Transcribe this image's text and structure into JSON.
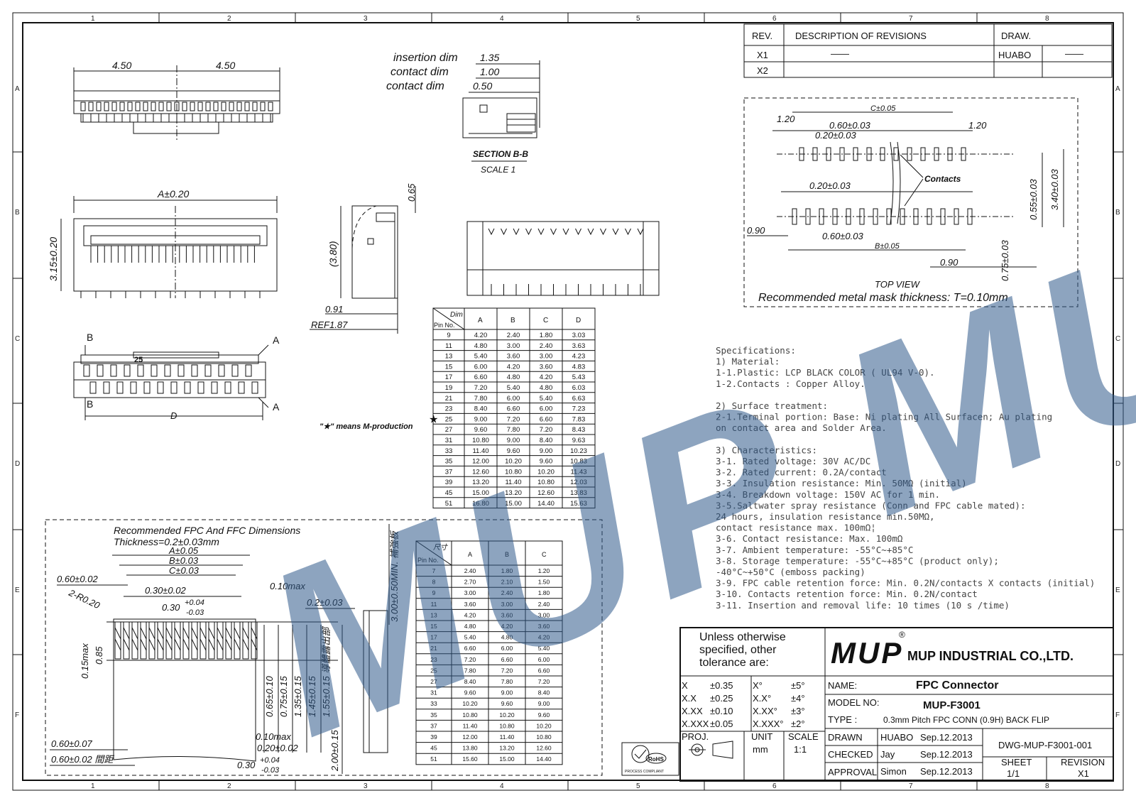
{
  "grid": {
    "columns": [
      "1",
      "2",
      "3",
      "4",
      "5",
      "6",
      "7",
      "8"
    ],
    "rows": [
      "A",
      "B",
      "C",
      "D",
      "E",
      "F"
    ]
  },
  "revisions": {
    "header": {
      "rev": "REV.",
      "desc": "DESCRIPTION OF REVISIONS",
      "draw": "DRAW."
    },
    "rows": [
      {
        "rev": "X1",
        "desc": "——",
        "draw": "HUABO",
        "extra": "——"
      },
      {
        "rev": "X2",
        "desc": "",
        "draw": "",
        "extra": ""
      }
    ]
  },
  "views": {
    "top_dims": {
      "left": "4.50",
      "right": "4.50"
    },
    "front_dims": {
      "width": "A±0.20",
      "height": "3.15±0.20"
    },
    "bottom_dims": {
      "width": "D",
      "pin_mark": "25",
      "b1": "B",
      "b2": "B",
      "a1": "A",
      "a2": "A"
    },
    "section": {
      "insertion": "insertion dim",
      "insertion_val": "1.35",
      "contact": "contact dim",
      "contact_val": "1.00",
      "contact2": "contact dim",
      "contact2_val": "0.50",
      "title": "SECTION B-B",
      "scale": "SCALE 1"
    },
    "side": {
      "height": "(3.80)",
      "top": "0.65",
      "d1": "0.91",
      "ref": "REF1.87"
    },
    "m_production": "\"★\" means  M-production"
  },
  "dim_table": {
    "head_dim": "Dim",
    "head_pin": "Pin No.",
    "columns": [
      "A",
      "B",
      "C",
      "D"
    ],
    "rows": [
      [
        "9",
        "4.20",
        "2.40",
        "1.80",
        "3.03"
      ],
      [
        "11",
        "4.80",
        "3.00",
        "2.40",
        "3.63"
      ],
      [
        "13",
        "5.40",
        "3.60",
        "3.00",
        "4.23"
      ],
      [
        "15",
        "6.00",
        "4.20",
        "3.60",
        "4.83"
      ],
      [
        "17",
        "6.60",
        "4.80",
        "4.20",
        "5.43"
      ],
      [
        "19",
        "7.20",
        "5.40",
        "4.80",
        "6.03"
      ],
      [
        "21",
        "7.80",
        "6.00",
        "5.40",
        "6.63"
      ],
      [
        "23",
        "8.40",
        "6.60",
        "6.00",
        "7.23"
      ],
      [
        "25",
        "9.00",
        "7.20",
        "6.60",
        "7.83"
      ],
      [
        "27",
        "9.60",
        "7.80",
        "7.20",
        "8.43"
      ],
      [
        "31",
        "10.80",
        "9.00",
        "8.40",
        "9.63"
      ],
      [
        "33",
        "11.40",
        "9.60",
        "9.00",
        "10.23"
      ],
      [
        "35",
        "12.00",
        "10.20",
        "9.60",
        "10.83"
      ],
      [
        "37",
        "12.60",
        "10.80",
        "10.20",
        "11.43"
      ],
      [
        "39",
        "13.20",
        "11.40",
        "10.80",
        "12.03"
      ],
      [
        "45",
        "15.00",
        "13.20",
        "12.60",
        "13.83"
      ],
      [
        "51",
        "16.80",
        "15.00",
        "14.40",
        "15.63"
      ]
    ],
    "star_row": "25"
  },
  "top_view": {
    "c": "C±0.05",
    "l120": "1.20",
    "r120": "1.20",
    "p060a": "0.60±0.03",
    "p020a": "0.20±0.03",
    "contacts": "Contacts",
    "p020b": "0.20±0.03",
    "v055": "0.55±0.03",
    "v340": "3.40±0.03",
    "l090": "0.90",
    "p060b": "0.60±0.03",
    "b": "B±0.05",
    "r090": "0.90",
    "v075": "0.75±0.03",
    "title": "TOP  VIEW",
    "note": "Recommended  metal  mask  thickness:  T=0.10mm"
  },
  "specs": [
    "Specifications:",
    "1) Material:",
    "   1-1.Plastic: LCP BLACK COLOR ( UL94 V-0).",
    "   1-2.Contacts : Copper Alloy.",
    "",
    "2) Surface treatment:",
    "   2-1.Terminal portion: Base: Ni plating All Surfacen; Au plating",
    "       on contact area and Solder Area.",
    "",
    "3) Characteristics:",
    "   3-1. Rated voltage: 30V AC/DC",
    "   3-2. Rated current: 0.2A/contact",
    "3-3. Insulation resistance: Min. 50MΩ (initial)",
    "   3-4. Breakdown voltage: 150V AC for 1 min.",
    "   3-5.Saltwater spray resistance (Conn and FPC cable mated):",
    "     24 hours, insulation resistance min.50MΩ,",
    "              contact resistance max. 100mΩ¦",
    "3-6. Contact resistance: Max. 100mΩ",
    "3-7. Ambient temperature: -55°C~+85°C",
    "3-8. Storage temperature: -55°C~+85°C (product only);",
    "                         -40°C~+50°C (emboss packing)",
    "   3-9. FPC cable retention force: Min. 0.2N/contacts X contacts (initial)",
    "  3-10. Contacts retention force: Min. 0.2N/contact",
    "  3-11. Insertion and removal life: 10 times (10 s /time)"
  ],
  "fpc": {
    "title": "Recommended FPC And FFC Dimensions",
    "thickness": "Thickness=0.2±0.03mm",
    "a": "A±0.05",
    "b": "B±0.03",
    "c": "C±0.03",
    "d060": "0.60±0.02",
    "d030": "0.30±0.02",
    "max010": "0.10max",
    "r": "2-R0.20",
    "tol030": "0.30",
    "tol_up": "+0.04",
    "tol_dn": "-0.03",
    "t02": "0.2±0.03",
    "max015": "0.15max",
    "v085": "0.85",
    "v300": "3.00±0.50MIN. 補強板",
    "v065": "0.65±0.10",
    "v075": "0.75±0.15",
    "v135": "1.35±0.15",
    "v145": "1.45±0.15",
    "v155": "1.55±0.15 導體露出部",
    "v200": "2.00±0.15",
    "b060a": "0.60±0.07",
    "b010": "0.10max",
    "b020": "0.20±0.02",
    "b060b": "0.60±0.02 間距",
    "b030": "0.30",
    "b_up": "+0.04",
    "b_dn": "-0.03"
  },
  "fpc_table": {
    "head_dim": "尺寸",
    "head_pin": "Pin No.",
    "columns": [
      "A",
      "B",
      "C"
    ],
    "rows": [
      [
        "7",
        "2.40",
        "1.80",
        "1.20"
      ],
      [
        "8",
        "2.70",
        "2.10",
        "1.50"
      ],
      [
        "9",
        "3.00",
        "2.40",
        "1.80"
      ],
      [
        "11",
        "3.60",
        "3.00",
        "2.40"
      ],
      [
        "13",
        "4.20",
        "3.60",
        "3.00"
      ],
      [
        "15",
        "4.80",
        "4.20",
        "3.60"
      ],
      [
        "17",
        "5.40",
        "4.80",
        "4.20"
      ],
      [
        "21",
        "6.60",
        "6.00",
        "5.40"
      ],
      [
        "23",
        "7.20",
        "6.60",
        "6.00"
      ],
      [
        "25",
        "7.80",
        "7.20",
        "6.60"
      ],
      [
        "27",
        "8.40",
        "7.80",
        "7.20"
      ],
      [
        "31",
        "9.60",
        "9.00",
        "8.40"
      ],
      [
        "33",
        "10.20",
        "9.60",
        "9.00"
      ],
      [
        "35",
        "10.80",
        "10.20",
        "9.60"
      ],
      [
        "37",
        "11.40",
        "10.80",
        "10.20"
      ],
      [
        "39",
        "12.00",
        "11.40",
        "10.80"
      ],
      [
        "45",
        "13.80",
        "13.20",
        "12.60"
      ],
      [
        "51",
        "15.60",
        "15.00",
        "14.40"
      ]
    ]
  },
  "title_block": {
    "tol_note": [
      "Unless otherwise",
      "specified, other",
      "tolerance are:"
    ],
    "tolerances": [
      [
        "X",
        "±0.35",
        "X°",
        "±5°"
      ],
      [
        "X.X",
        "±0.25",
        "X.X°",
        "±4°"
      ],
      [
        "X.XX",
        "±0.10",
        "X.XX°",
        "±3°"
      ],
      [
        "X.XXX",
        "±0.05",
        "X.XXX°",
        "±2°"
      ]
    ],
    "proj": "PROJ.",
    "unit_label": "UNIT",
    "unit": "mm",
    "scale_label": "SCALE",
    "scale": "1:1",
    "logo": "MUP",
    "company": "MUP INDUSTRIAL CO.,LTD.",
    "name_label": "NAME:",
    "name": "FPC Connector",
    "model_label": "MODEL NO:",
    "model": "MUP-F3001",
    "type_label": "TYPE :",
    "type": "0.3mm Pitch  FPC CONN (0.9H) BACK FLIP",
    "drawn_label": "DRAWN",
    "drawn_by": "HUABO",
    "drawn_date": "Sep.12.2013",
    "checked_label": "CHECKED",
    "checked_by": "Jay",
    "checked_date": "Sep.12.2013",
    "approval_label": "APPROVAL",
    "approval_by": "Simon",
    "approval_date": "Sep.12.2013",
    "dwg": "DWG-MUP-F3001-001",
    "sheet_label": "SHEET",
    "sheet": "1/1",
    "revision_label": "REVISION",
    "revision": "X1",
    "rohs": "RoHS",
    "rohs_sub": "PROCESS COMPLIANT"
  },
  "watermark": "MUP MUP"
}
